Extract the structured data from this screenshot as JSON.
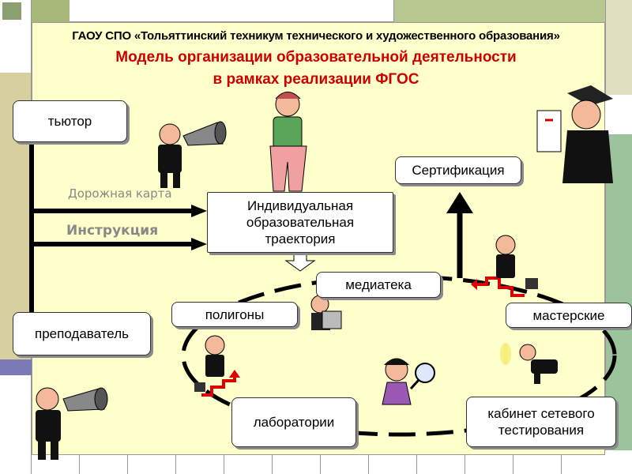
{
  "header": {
    "institution": "ГАОУ СПО «Тольяттинский техникум технического и художественного образования»",
    "title_line1": "Модель организации образовательной деятельности",
    "title_line2": "в рамках реализации ФГОС"
  },
  "nodes": {
    "tutor": "тьютор",
    "teacher": "преподаватель",
    "trajectory": "Индивидуальная образовательная траектория",
    "certification": "Сертификация",
    "media_library": "медиатека",
    "polygons": "полигоны",
    "workshops": "мастерские",
    "laboratories": "лаборатории",
    "testing_office": "кабинет сетевого тестирования"
  },
  "arrow_labels": {
    "roadmap": "Дорожная карта",
    "instruction": "Инструкция"
  },
  "colors": {
    "background": "#FFFFCC",
    "title_red": "#CC0000",
    "arrow": "#000000"
  }
}
